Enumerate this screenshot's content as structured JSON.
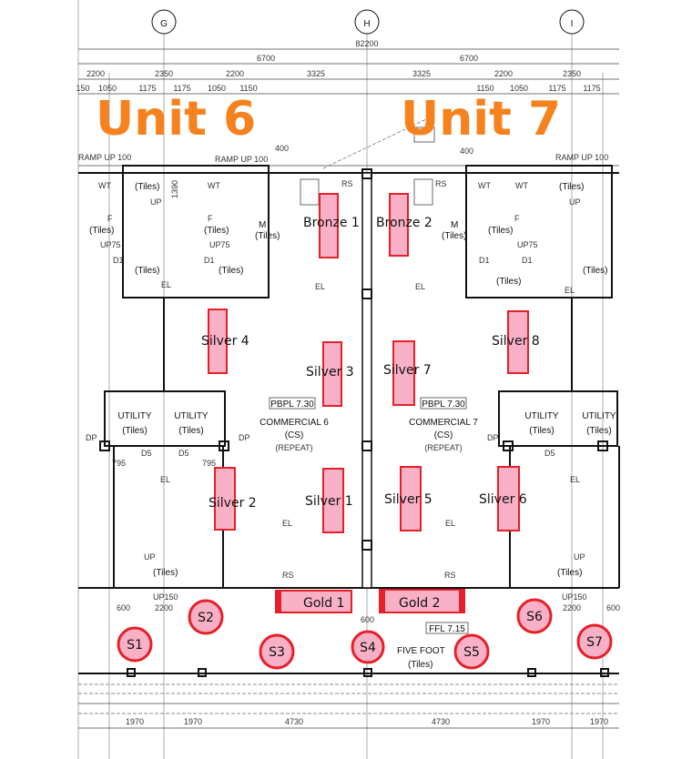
{
  "grid_labels": [
    "G",
    "H",
    "I"
  ],
  "dimensions": {
    "overall": "82200",
    "row1": [
      "6700",
      "6700"
    ],
    "row2": [
      "2200",
      "2350",
      "2200",
      "3325",
      "3325",
      "2200",
      "2350"
    ],
    "row3": [
      "150",
      "1050",
      "1175",
      "1175",
      "1050",
      "1150",
      "1150",
      "1050",
      "1175",
      "1175"
    ],
    "bottom": [
      "1970",
      "1970",
      "4730",
      "4730",
      "1970",
      "1970"
    ],
    "misc": [
      "600",
      "2200",
      "600",
      "2200",
      "600",
      "1390",
      "795",
      "795",
      "400",
      "400"
    ]
  },
  "units": [
    "Unit 6",
    "Unit 7"
  ],
  "rooms": {
    "pbpl": "PBPL 7.30",
    "commercial": [
      "COMMERCIAL 6",
      "COMMERCIAL 7"
    ],
    "cs": "(CS)",
    "repeat": "(REPEAT)",
    "utility": "UTILITY",
    "tiles": "(Tiles)",
    "ffl": "FFL 7.15",
    "five_foot": "FIVE FOOT",
    "ramp": "RAMP UP 100",
    "up150": "UP150",
    "up": "UP",
    "up75": "UP75",
    "dp": "DP",
    "el": "EL",
    "rs": "RS",
    "m": "M",
    "wt": "WT",
    "d1": "D1",
    "d5": "D5",
    "f": "F"
  },
  "markers": {
    "bronze": [
      "Bronze 1",
      "Bronze 2"
    ],
    "silver": [
      "Silver 1",
      "Silver 2",
      "Silver 3",
      "Silver 4",
      "Silver 5",
      "Sliver 6",
      "Silver 7",
      "Silver 8"
    ],
    "gold": [
      "Gold 1",
      "Gold 2"
    ],
    "spots": [
      "S1",
      "S2",
      "S3",
      "S4",
      "S5",
      "S6",
      "S7"
    ]
  },
  "colors": {
    "unit_label": "#f5821f",
    "marker_fill": "#f7b0c6",
    "marker_stroke": "#e52028"
  }
}
